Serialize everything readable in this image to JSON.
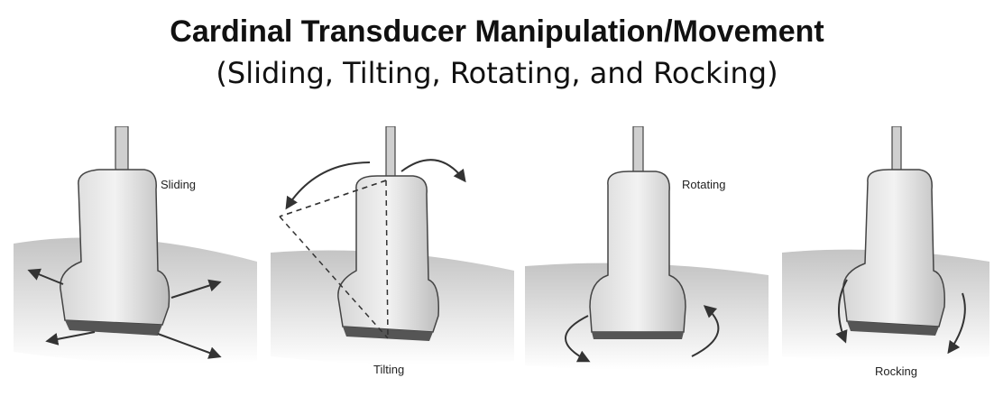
{
  "title": "Cardinal Transducer Manipulation/Movement",
  "subtitle": "(Sliding, Tilting, Rotating, and Rocking)",
  "panels": [
    {
      "label": "Sliding"
    },
    {
      "label": "Tilting"
    },
    {
      "label": "Rotating"
    },
    {
      "label": "Rocking"
    }
  ]
}
